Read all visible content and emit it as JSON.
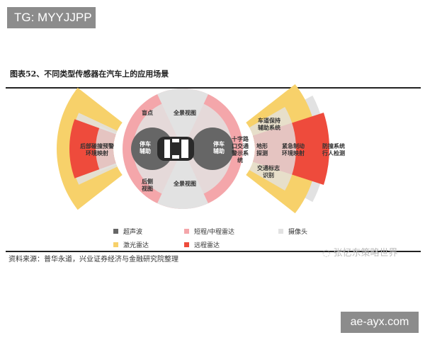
{
  "watermark_top": "TG: MYYJJPP",
  "watermark_bottom": "ae-ayx.com",
  "title": "图表52、不同类型传感器在汽车上的应用场景",
  "labels": {
    "rear_collision": [
      "后部碰撞预警",
      "环境映射"
    ],
    "blind_spot": "盲点",
    "surround_top": "全景视图",
    "surround_bottom": "全景视图",
    "rear_side": [
      "后侧",
      "视图"
    ],
    "park_left": [
      "停车",
      "辅助"
    ],
    "park_right": [
      "停车",
      "辅助"
    ],
    "cross_traffic": [
      "十字路",
      "口交通",
      "警示系",
      "统"
    ],
    "lane_keep": [
      "车道保持",
      "辅助系统"
    ],
    "terrain": [
      "地形",
      "探测"
    ],
    "sign_recog": [
      "交通标志",
      "识别"
    ],
    "emergency": [
      "紧急制动",
      "环境映射"
    ],
    "pedestrian": [
      "防撞系统",
      "行人检测"
    ]
  },
  "legend": [
    {
      "label": "超声波",
      "color": "#666666"
    },
    {
      "label": "短程/中程雷达",
      "color": "#f4a6aa"
    },
    {
      "label": "摄像头",
      "color": "#e2e2e2"
    },
    {
      "label": "激光雷达",
      "color": "#f7d16a"
    },
    {
      "label": "远程雷达",
      "color": "#ee4b3c"
    }
  ],
  "source": "资料来源：普华永道，兴业证券经济与金融研究院整理",
  "wechat": "张忆东策略世界"
}
